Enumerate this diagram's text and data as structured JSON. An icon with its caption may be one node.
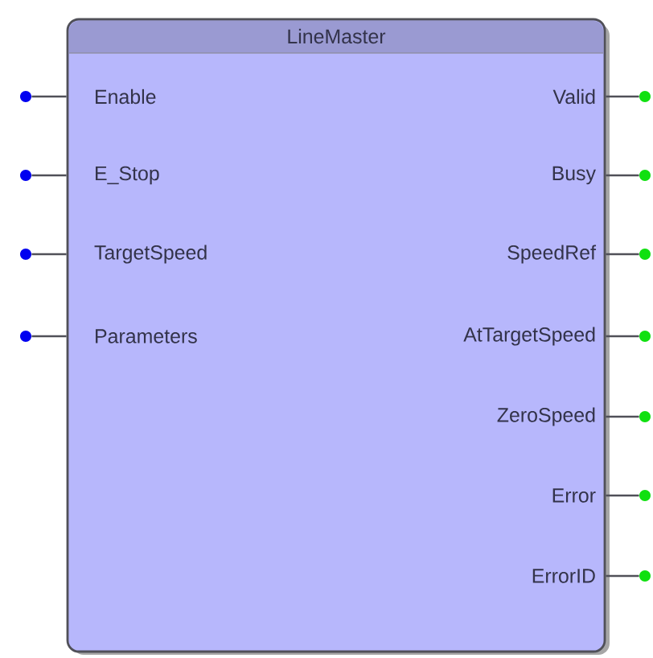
{
  "diagram": {
    "nodes": [
      {
        "text": [
          "LineMaster"
        ]
      },
      {
        "text": [
          "Enable"
        ],
        "in": 0
      },
      {
        "text": [
          "E_Stop"
        ],
        "in": 0
      },
      {
        "text": [
          "TargetSpeed"
        ],
        "in": 0
      },
      {
        "text": [
          "Parameters"
        ],
        "in": 0
      },
      {
        "text": [
          "Valid"
        ],
        "in": 0
      },
      {
        "text": [
          "Busy"
        ],
        "in": 0
      },
      {
        "text": [
          "SpeedRef"
        ],
        "in": 0
      },
      {
        "text": [
          "AtTargetSpeed"
        ],
        "in": 0
      },
      {
        "text": [
          "ZeroSpeed"
        ],
        "in": 0
      },
      {
        "text": [
          "Error"
        ],
        "in": 0
      },
      {
        "text": [
          "ErrorID"
        ],
        "in": 0
      },
      {
        "text": [],
        "shape": "circle"
      },
      {
        "text": [],
        "shape": "circle"
      },
      {
        "text": [],
        "shape": "circle"
      },
      {
        "text": [],
        "shape": "circle"
      },
      {
        "text": [],
        "shape": "circle"
      },
      {
        "text": [],
        "shape": "circle"
      },
      {
        "text": [],
        "shape": "circle"
      },
      {
        "text": [],
        "shape": "circle"
      },
      {
        "text": [],
        "shape": "circle"
      },
      {
        "text": [],
        "shape": "circle"
      },
      {
        "text": [],
        "shape": "circle"
      }
    ],
    "edges": [
      {
        "from": 12,
        "to": 1,
        "arrow": "none"
      },
      {
        "from": 13,
        "to": 2,
        "arrow": "none"
      },
      {
        "from": 14,
        "to": 3,
        "arrow": "none"
      },
      {
        "from": 15,
        "to": 4,
        "arrow": "none"
      },
      {
        "from": 5,
        "to": 16,
        "arrow": "none"
      },
      {
        "from": 6,
        "to": 17,
        "arrow": "none"
      },
      {
        "from": 7,
        "to": 18,
        "arrow": "none"
      },
      {
        "from": 8,
        "to": 19,
        "arrow": "none"
      },
      {
        "from": 9,
        "to": 20,
        "arrow": "none"
      },
      {
        "from": 10,
        "to": 21,
        "arrow": "none"
      },
      {
        "from": 11,
        "to": 22,
        "arrow": "none"
      }
    ]
  }
}
